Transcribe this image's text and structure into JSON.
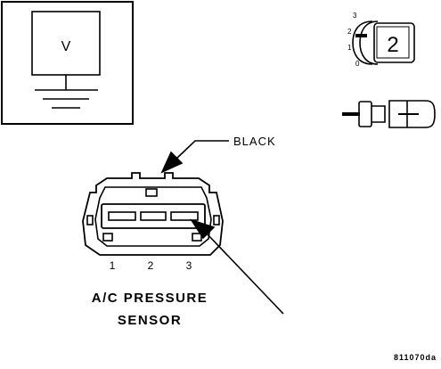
{
  "voltmeter": {
    "symbol": "V",
    "icon": "voltmeter-icon"
  },
  "ignition": {
    "icon": "ignition-key-icon",
    "positions": [
      "3",
      "2",
      "1",
      "0"
    ],
    "key_number": "2"
  },
  "connector_icon": "disconnected-connector-icon",
  "wire_label": "BLACK",
  "sensor": {
    "pins": [
      "1",
      "2",
      "3"
    ],
    "title_line1": "A/C PRESSURE",
    "title_line2": "SENSOR"
  },
  "figure_code": "811070da"
}
